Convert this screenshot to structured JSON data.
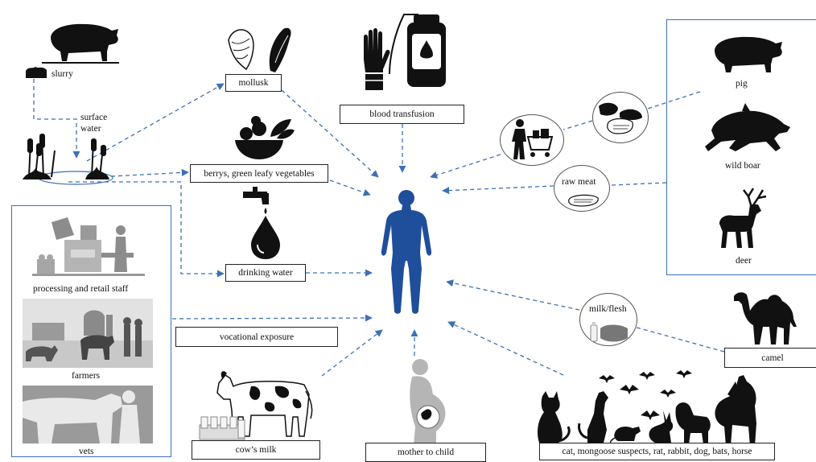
{
  "colors": {
    "arrow": "#3d6fb5",
    "human": "#1f4e9b",
    "silhouette": "#111111",
    "gray": "#9a9a9a"
  },
  "sources": {
    "slurry": "slurry",
    "surface_water": "surface\nwater",
    "mollusk": "mollusk",
    "blood_transfusion": "blood transfusion",
    "berries": "berrys, green leafy vegetables",
    "drinking_water": "drinking water",
    "vocational_exposure": "vocational exposure",
    "cows_milk": "cow’s milk",
    "mother_to_child": "mother to child",
    "small_animals": "cat, mongoose suspects, rat, rabbit, dog, bats, horse",
    "camel": "camel",
    "milk_flesh": "milk/flesh",
    "raw_meat": "raw meat",
    "pig": "pig",
    "wild_boar": "wild boar",
    "deer": "deer",
    "processing_staff": "processing and retail staff",
    "farmers": "farmers",
    "vets": "vets"
  },
  "icons": [
    "pig-icon",
    "slurry-icon",
    "reeds-icon",
    "shell-icon",
    "blood-bag-icon",
    "glove-icon",
    "fruit-bowl-icon",
    "tap-icon",
    "water-drop-icon",
    "human-icon",
    "shopping-icon",
    "meat-icon",
    "wild-boar-icon",
    "deer-icon",
    "camel-icon",
    "cow-icon",
    "pregnant-woman-icon",
    "cat-icon",
    "dog-icon",
    "horse-icon",
    "bats-icon"
  ]
}
